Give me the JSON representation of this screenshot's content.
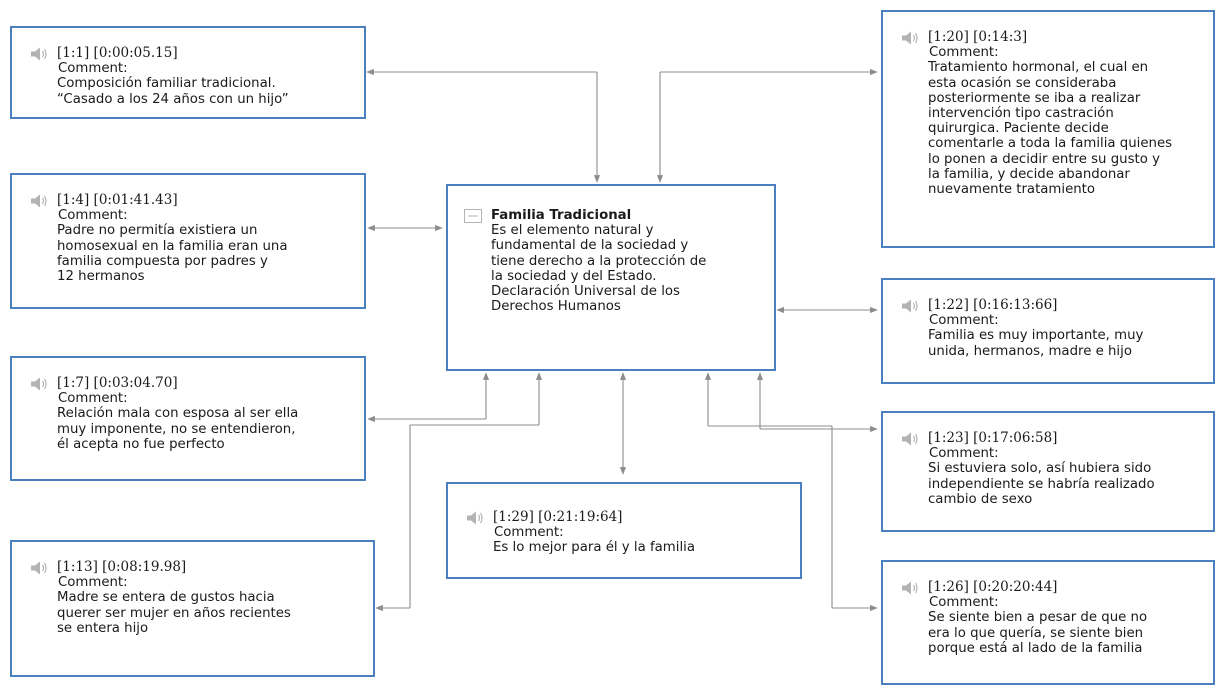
{
  "colors": {
    "border": "#4a7fc0",
    "connector": "#8c8c8c",
    "icon": "#b3b3b3"
  },
  "central": {
    "icon": "memo-icon",
    "title": "Familia Tradicional",
    "body": "Es el elemento natural y\nfundamental de la sociedad y\ntiene derecho a la protección de\nla sociedad y del Estado.\nDeclaración Universal de los\nDerechos Humanos"
  },
  "quotes": [
    {
      "id": "q1-1",
      "icon": "speaker-icon",
      "ref": "[1:1] [0:00:05.15]",
      "label": "Comment:",
      "text": "Composición familiar tradicional.\n“Casado a los 24 años con un hijo”"
    },
    {
      "id": "q1-4",
      "icon": "speaker-icon",
      "ref": "[1:4] [0:01:41.43]",
      "label": "Comment:",
      "text": "Padre no permitía existiera un\nhomosexual en la familia eran una\nfamilia compuesta por padres y\n12 hermanos"
    },
    {
      "id": "q1-7",
      "icon": "speaker-icon",
      "ref": "[1:7] [0:03:04.70]",
      "label": "Comment:",
      "text": "Relación mala con esposa al ser ella\nmuy imponente, no se entendieron,\nél acepta no fue perfecto"
    },
    {
      "id": "q1-13",
      "icon": "speaker-icon",
      "ref": "[1:13] [0:08:19.98]",
      "label": "Comment:",
      "text": "Madre se entera de gustos hacia\nquerer ser mujer en años recientes\nse entera hijo"
    },
    {
      "id": "q1-29",
      "icon": "speaker-icon",
      "ref": "[1:29] [0:21:19:64]",
      "label": "Comment:",
      "text": "Es lo mejor para él y la familia"
    },
    {
      "id": "q1-20",
      "icon": "speaker-icon",
      "ref": "[1:20] [0:14:3]",
      "label": "Comment:",
      "text": "Tratamiento hormonal, el cual en\nesta ocasión se consideraba\nposteriormente se iba a realizar\nintervención tipo castración\nquirurgica. Paciente decide\ncomentarle a toda la familia quienes\nlo ponen a decidir entre su gusto y\nla familia, y decide abandonar\nnuevamente tratamiento"
    },
    {
      "id": "q1-22",
      "icon": "speaker-icon",
      "ref": "[1:22] [0:16:13:66]",
      "label": "Comment:",
      "text": "Familia es muy importante, muy\nunida, hermanos, madre e hijo"
    },
    {
      "id": "q1-23",
      "icon": "speaker-icon",
      "ref": "[1:23] [0:17:06:58]",
      "label": "Comment:",
      "text": "Si estuviera solo, así hubiera sido\nindependiente se habría realizado\ncambio de sexo"
    },
    {
      "id": "q1-26",
      "icon": "speaker-icon",
      "ref": "[1:26] [0:20:20:44]",
      "label": "Comment:",
      "text": "Se siente bien a pesar de que no\nera lo que quería, se siente bien\nporque está al lado de la familia"
    }
  ]
}
